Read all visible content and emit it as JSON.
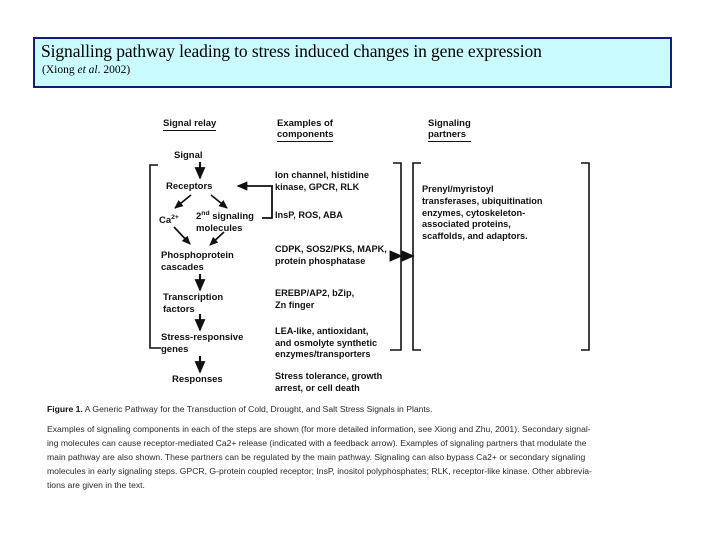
{
  "slide": {
    "title": "Signalling pathway leading to stress induced changes in gene expression",
    "subtitle_pre": "(Xiong ",
    "subtitle_em": "et al",
    "subtitle_post": ". 2002)",
    "title_bg": "#c9fbff",
    "title_border": "#1a1a7a"
  },
  "figure": {
    "headers": {
      "signal_relay": "Signal relay",
      "examples_line1": "Examples of",
      "examples_line2": "components",
      "partners_line1": "Signaling",
      "partners_line2": "partners"
    },
    "pathway": {
      "signal": "Signal",
      "receptors": "Receptors",
      "calcium": "Ca",
      "calcium_sup": "2+",
      "second_messenger_l1_pre": "2",
      "second_messenger_l1_sup": "nd",
      "second_messenger_l1_post": " signaling",
      "second_messenger_l2": "molecules",
      "phosphoprotein_l1": "Phosphoprotein",
      "phosphoprotein_l2": "cascades",
      "transcription_l1": "Transcription",
      "transcription_l2": "factors",
      "stress_genes_l1": "Stress-responsive",
      "stress_genes_l2": "genes",
      "responses": "Responses"
    },
    "components": [
      {
        "line1": "Ion channel, histidine",
        "line2": "kinase, GPCR, RLK"
      },
      {
        "line1": "InsP, ROS, ABA",
        "line2": ""
      },
      {
        "line1": "CDPK, SOS2/PKS, MAPK,",
        "line2": "protein phosphatase"
      },
      {
        "line1": "EREBP/AP2, bZip,",
        "line2": "Zn finger"
      },
      {
        "line1": "LEA-like, antioxidant,",
        "line2": "and osmolyte synthetic",
        "line3": "enzymes/transporters"
      },
      {
        "line1": "Stress tolerance, growth",
        "line2": "arrest, or cell death"
      }
    ],
    "partners_text": {
      "line1": "Prenyl/myristoyl",
      "line2": "transferases, ubiquitination",
      "line3": "enzymes, cytoskeleton-",
      "line4": "associated proteins,",
      "line5": "scaffolds, and adaptors."
    }
  },
  "caption": {
    "label": "Figure 1.",
    "title": " A Generic Pathway for the Transduction of Cold, Drought, and Salt Stress Signals in Plants.",
    "line1": "Examples of signaling components in each of the steps are shown (for more detailed information, see Xiong and Zhu, 2001). Secondary signal-",
    "line2": "ing molecules can cause receptor-mediated Ca2+ release (indicated with a feedback arrow). Examples of signaling partners that modulate the",
    "line3": "main pathway are also shown. These partners can be regulated by the main pathway. Signaling can also bypass Ca2+ or secondary signaling",
    "line4": "molecules in early signaling steps. GPCR, G-protein coupled receptor; InsP, inositol polyphosphates; RLK, receptor-like kinase. Other abbrevia-",
    "line5": "tions are given in the text."
  }
}
